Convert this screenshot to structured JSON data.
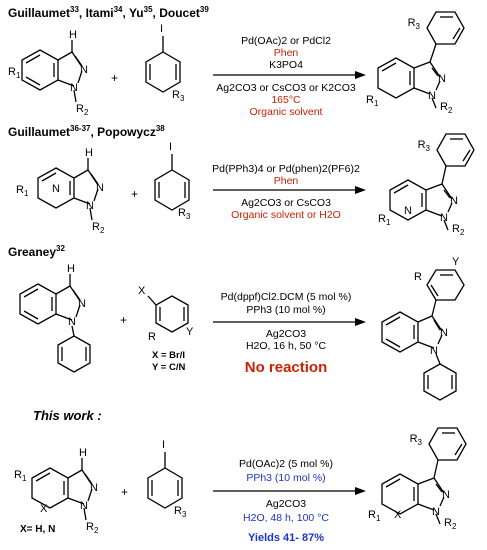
{
  "sections": [
    {
      "header": {
        "names": [
          "Guillaumet",
          "Itami",
          "Yu",
          "Doucet"
        ],
        "refs": [
          "33",
          "34",
          "35",
          "39"
        ]
      },
      "sm_labels": {
        "r1": "R",
        "r1_sub": "1",
        "r2": "R",
        "r2_sub": "2",
        "h": "H"
      },
      "reag_labels": {
        "i": "I",
        "r3": "R",
        "r3_sub": "3"
      },
      "plus": "+",
      "above": [
        {
          "text": "Pd(OAc)2 or PdCl2",
          "color": "#000000"
        },
        {
          "text": "Phen",
          "color": "#cc2200"
        },
        {
          "text": "K3PO4",
          "color": "#000000"
        }
      ],
      "below": [
        {
          "text": "Ag2CO3 or CsCO3 or K2CO3",
          "color": "#000000"
        },
        {
          "text": "165°C",
          "color": "#cc2200"
        },
        {
          "text": "Organic solvent",
          "color": "#cc2200"
        }
      ],
      "prod_labels": {
        "r3": "R",
        "r3_sub": "3",
        "r1": "R",
        "r1_sub": "1",
        "r2": "R",
        "r2_sub": "2"
      }
    },
    {
      "header": {
        "names": [
          "Guillaumet",
          "Popowycz"
        ],
        "refs": [
          "36-37",
          "38"
        ]
      },
      "sm_labels": {
        "r1": "R",
        "r1_sub": "1",
        "r2": "R",
        "r2_sub": "2",
        "h": "H",
        "n": "N"
      },
      "reag_labels": {
        "i": "I",
        "r3": "R",
        "r3_sub": "3"
      },
      "plus": "+",
      "above": [
        {
          "text": "Pd(PPh3)4 or Pd(phen)2(PF6)2",
          "color": "#000000"
        },
        {
          "text": "Phen",
          "color": "#cc2200"
        }
      ],
      "below": [
        {
          "text": "Ag2CO3 or CsCO3",
          "color": "#000000"
        },
        {
          "text": "Organic solvent or H2O",
          "color": "#cc2200"
        }
      ],
      "prod_labels": {
        "r3": "R",
        "r3_sub": "3",
        "r1": "R",
        "r1_sub": "1",
        "r2": "R",
        "r2_sub": "2",
        "n": "N"
      }
    },
    {
      "header": {
        "names": [
          "Greaney"
        ],
        "refs": [
          "32"
        ]
      },
      "sm_labels": {
        "h": "H"
      },
      "reag_labels": {
        "x": "X",
        "r": "R",
        "y": "Y",
        "x_def": "X = Br/I",
        "y_def": "Y = C/N"
      },
      "plus": "+",
      "above": [
        {
          "text": "Pd(dppf)Cl2.DCM (5 mol %)",
          "color": "#000000"
        },
        {
          "text": "PPh3 (10 mol %)",
          "color": "#000000"
        }
      ],
      "below": [
        {
          "text": "Ag2CO3",
          "color": "#000000"
        },
        {
          "text": "H2O, 16 h, 50 °C",
          "color": "#000000"
        }
      ],
      "outcome": {
        "text": "No reaction",
        "color": "#cc2200"
      },
      "prod_labels": {
        "r": "R",
        "y": "Y"
      }
    },
    {
      "header": {
        "names": [
          "This work :"
        ],
        "refs": []
      },
      "sm_labels": {
        "r1": "R",
        "r1_sub": "1",
        "r2": "R",
        "r2_sub": "2",
        "h": "H",
        "x": "X",
        "x_def": "X= H, N"
      },
      "reag_labels": {
        "i": "I",
        "r3": "R",
        "r3_sub": "3"
      },
      "plus": "+",
      "above": [
        {
          "text": "Pd(OAc)2 (5 mol %)",
          "color": "#000000"
        },
        {
          "text": "PPh3 (10 mol %)",
          "color": "#1a33cc"
        }
      ],
      "below": [
        {
          "text": "Ag2CO3",
          "color": "#000000"
        },
        {
          "text": "H2O, 48 h, 100 °C",
          "color": "#1a33cc"
        }
      ],
      "outcome": {
        "text": "Yields 41- 87%",
        "color": "#1a33cc"
      },
      "prod_labels": {
        "r3": "R",
        "r3_sub": "3",
        "r1": "R",
        "r1_sub": "1",
        "r2": "R",
        "r2_sub": "2",
        "x": "X"
      }
    }
  ]
}
